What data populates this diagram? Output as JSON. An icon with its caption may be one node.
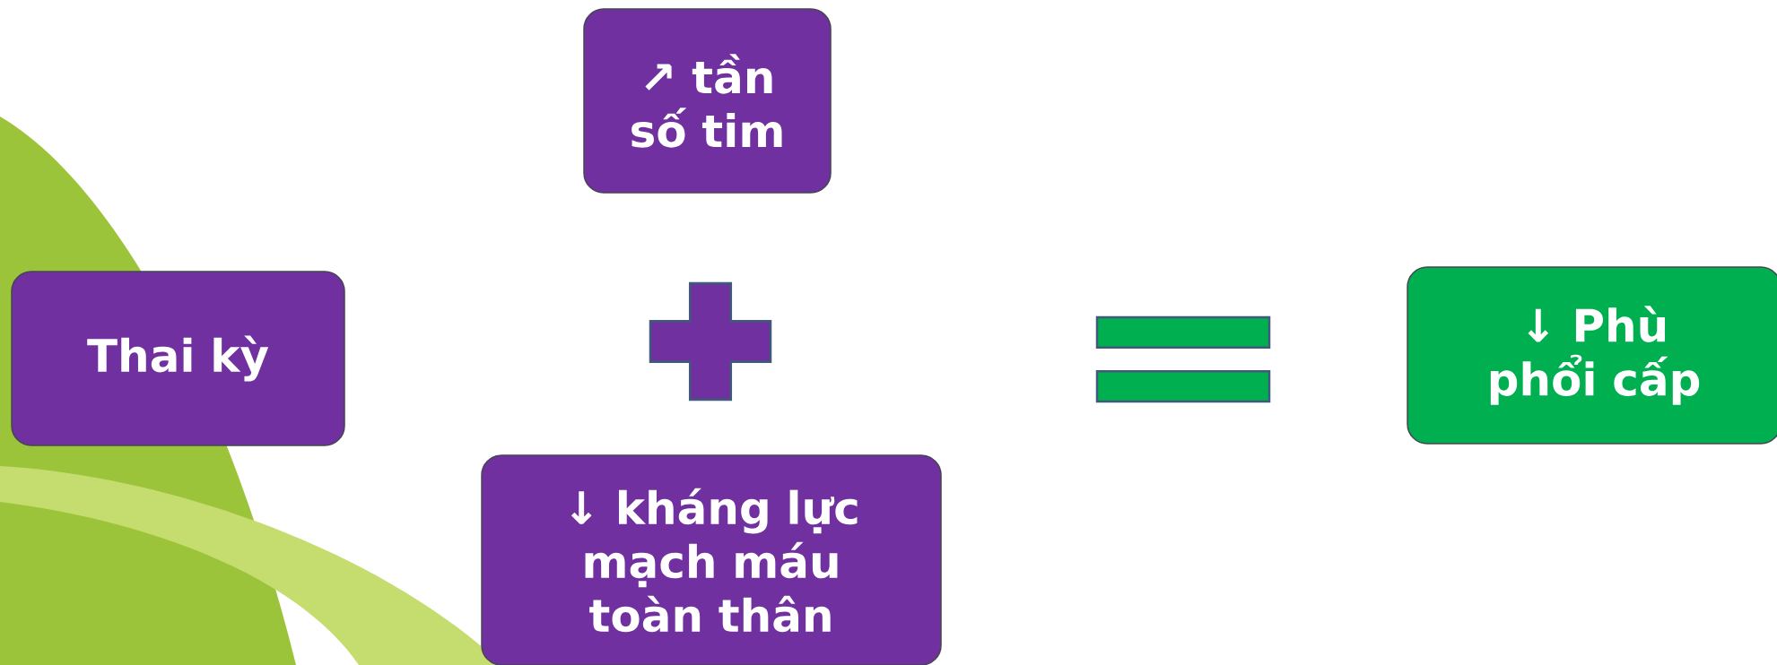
{
  "diagram": {
    "nodes": [
      {
        "text": [
          "Thai kỳ"
        ]
      },
      {
        "text": [
          "↗ tần số tim"
        ]
      },
      {
        "text": [],
        "shape": "plus"
      },
      {
        "text": [
          "↓ kháng lực mạch máu toàn thân"
        ]
      },
      {
        "text": [],
        "shape": "equals"
      },
      {
        "text": [
          "↓ Phù phổi cấp"
        ]
      }
    ]
  }
}
